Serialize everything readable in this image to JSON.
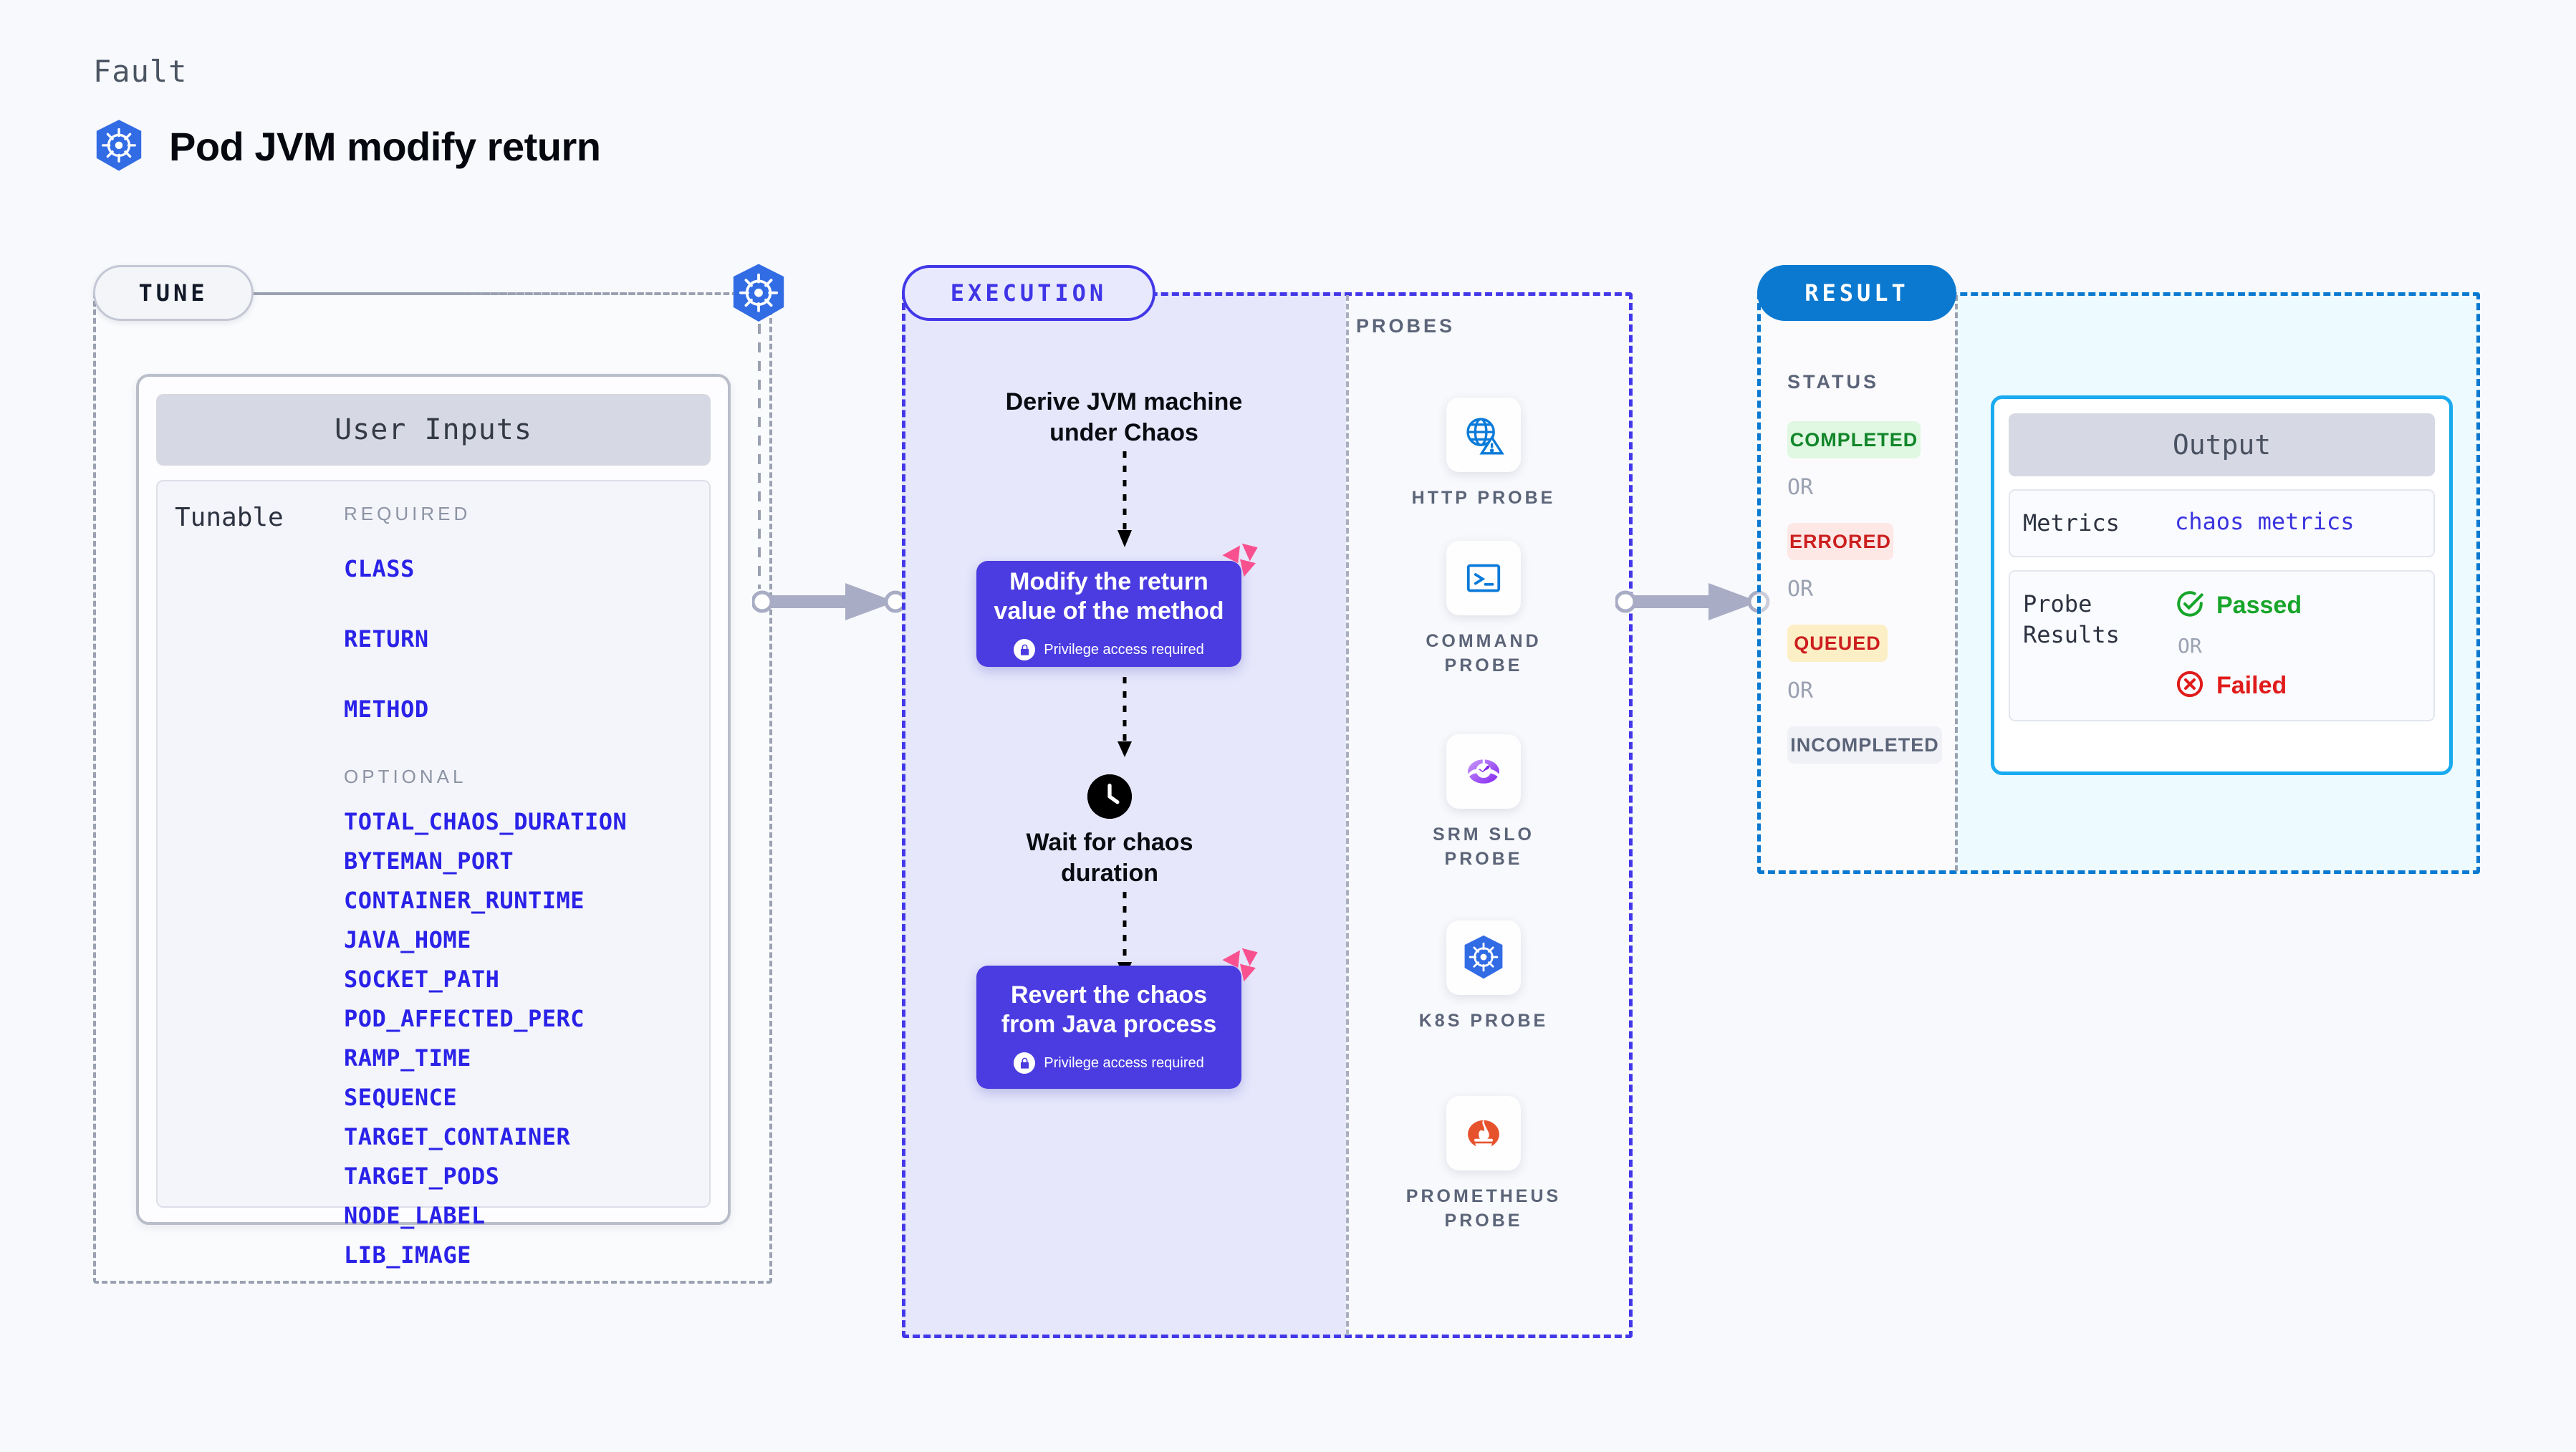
{
  "header": {
    "eyebrow": "Fault",
    "title": "Pod JVM modify return",
    "icon": "kubernetes-icon"
  },
  "tune": {
    "pill_label": "TUNE",
    "node_icon": "kubernetes-icon",
    "card_title": "User Inputs",
    "tunable_label": "Tunable",
    "required_title": "REQUIRED",
    "required": [
      "CLASS",
      "RETURN",
      "METHOD"
    ],
    "optional_title": "OPTIONAL",
    "optional": [
      "TOTAL_CHAOS_DURATION",
      "BYTEMAN_PORT",
      "CONTAINER_RUNTIME",
      "JAVA_HOME",
      "SOCKET_PATH",
      "POD_AFFECTED_PERC",
      "RAMP_TIME",
      "SEQUENCE",
      "TARGET_CONTAINER",
      "TARGET_PODS",
      "NODE_LABEL",
      "LIB_IMAGE"
    ]
  },
  "execution": {
    "pill_label": "EXECUTION",
    "steps": [
      {
        "type": "text",
        "label": "Derive JVM machine under Chaos"
      },
      {
        "type": "box",
        "label": "Modify the return value of the method",
        "note": "Privilege access required",
        "note_icon": "lock-icon",
        "corner_icon": "chaos-badge-icon"
      },
      {
        "type": "text",
        "label": "Wait for chaos duration",
        "icon": "clock-icon"
      },
      {
        "type": "box",
        "label": "Revert the chaos from Java process",
        "note": "Privilege access required",
        "note_icon": "lock-icon",
        "corner_icon": "chaos-badge-icon"
      }
    ]
  },
  "probes": {
    "label": "PROBES",
    "items": [
      {
        "name": "HTTP PROBE",
        "icon": "globe-warning-icon"
      },
      {
        "name": "COMMAND PROBE",
        "icon": "terminal-icon"
      },
      {
        "name": "SRM SLO PROBE",
        "icon": "srm-slo-icon"
      },
      {
        "name": "K8S PROBE",
        "icon": "kubernetes-icon"
      },
      {
        "name": "PROMETHEUS PROBE",
        "icon": "prometheus-icon"
      }
    ]
  },
  "result": {
    "pill_label": "RESULT",
    "status_label": "STATUS",
    "or_label": "OR",
    "statuses": [
      {
        "label": "COMPLETED",
        "bg": "#e0f7e2",
        "fg": "#12862a"
      },
      {
        "label": "ERRORED",
        "bg": "#fde8e6",
        "fg": "#cc1f1f"
      },
      {
        "label": "QUEUED",
        "bg": "#fdefc5",
        "fg": "#cc1f1f"
      },
      {
        "label": "INCOMPLETED",
        "bg": "#f0f1f6",
        "fg": "#5b6478"
      }
    ],
    "output": {
      "title": "Output",
      "metrics_key": "Metrics",
      "metrics_value": "chaos metrics",
      "probe_key": "Probe Results",
      "passed_label": "Passed",
      "failed_label": "Failed",
      "or_label": "OR",
      "passed_icon": "check-circle-icon",
      "failed_icon": "x-circle-icon"
    }
  },
  "connectors": {
    "arrow1": "arrow-tune-to-execution",
    "arrow2": "arrow-probes-to-result"
  },
  "colors": {
    "accent_indigo": "#4338e8",
    "accent_blue": "#0b79d0",
    "accent_cyan": "#19aaf0",
    "param_blue": "#2a22e8",
    "chaos_pink": "#f9518f"
  }
}
